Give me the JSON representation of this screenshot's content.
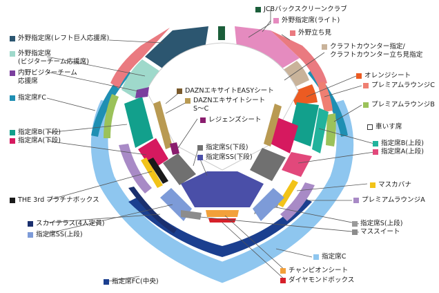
{
  "legend": [
    {
      "id": "jcb",
      "text": "JCBバックスクリーンクラブ",
      "color": "#1b5e3a"
    },
    {
      "id": "gaiya_right",
      "text": "外野指定席(ライト)",
      "color": "#e58bbf"
    },
    {
      "id": "gaiya_tachi",
      "text": "外野立ち見",
      "color": "#ea7a80"
    },
    {
      "id": "gaiya_left",
      "text": "外野指定席(レフト巨人応援席)",
      "color": "#2c5670"
    },
    {
      "id": "gaiya_visitor",
      "text": "外野指定席\n(ビジターチーム応援席)",
      "color": "#9fd9cb"
    },
    {
      "id": "naiya_visitor",
      "text": "内野ビジターチーム\n応援席",
      "color": "#7b3f9e"
    },
    {
      "id": "craft",
      "text": "クラフトカウンター指定/\nクラフトカウンター立ち見指定",
      "color": "#c9b39a"
    },
    {
      "id": "orange",
      "text": "オレンジシート",
      "color": "#ec5b22"
    },
    {
      "id": "premium_c",
      "text": "プレミアムラウンジC",
      "color": "#ef7f72"
    },
    {
      "id": "premium_b",
      "text": "プレミアムラウンジB",
      "color": "#9bc25a"
    },
    {
      "id": "fc",
      "text": "指定席FC",
      "color": "#1f8fb3"
    },
    {
      "id": "dazn_easy",
      "text": "DAZNエキサイトEASYシート",
      "color": "#7a5a2c"
    },
    {
      "id": "dazn_sc",
      "text": "DAZNエキサイトシート\nS〜C",
      "color": "#b99a52"
    },
    {
      "id": "legends",
      "text": "レジェンズシート",
      "color": "#8a1d6e"
    },
    {
      "id": "wheelchair",
      "text": "車いす席",
      "color": "#ffffff"
    },
    {
      "id": "b_low",
      "text": "指定席B(下段)",
      "color": "#12a08c"
    },
    {
      "id": "a_low",
      "text": "指定席A(下段)",
      "color": "#d6195f"
    },
    {
      "id": "s_low",
      "text": "指定席S(下段)",
      "color": "#707070"
    },
    {
      "id": "ss_low",
      "text": "指定席SS(下段)",
      "color": "#4a4fa8"
    },
    {
      "id": "b_up",
      "text": "指定席B(上段)",
      "color": "#22b39c"
    },
    {
      "id": "a_up",
      "text": "指定席A(上段)",
      "color": "#e2487b"
    },
    {
      "id": "masu_bana",
      "text": "マスカバナ",
      "color": "#f2c318"
    },
    {
      "id": "premium_a",
      "text": "プレミアムラウンジA",
      "color": "#a88ac6"
    },
    {
      "id": "third_plat",
      "text": "THE 3rd プラチナボックス",
      "color": "#1a1a1a"
    },
    {
      "id": "sky",
      "text": "スカイテラス(4人定員)",
      "color": "#1a2f6e"
    },
    {
      "id": "ss_up",
      "text": "指定席SS(上段)",
      "color": "#7d9bd8"
    },
    {
      "id": "s_up",
      "text": "指定席S(上段)",
      "color": "#9a9a9a"
    },
    {
      "id": "masu",
      "text": "マススイート",
      "color": "#8c8c8c"
    },
    {
      "id": "c",
      "text": "指定席C",
      "color": "#8ec6ef"
    },
    {
      "id": "champion",
      "text": "チャンピオンシート",
      "color": "#f2a03a"
    },
    {
      "id": "diamond",
      "text": "ダイヤモンドボックス",
      "color": "#d6202a"
    },
    {
      "id": "fc_center",
      "text": "指定席FC(中央)",
      "color": "#1b3f8f"
    }
  ]
}
